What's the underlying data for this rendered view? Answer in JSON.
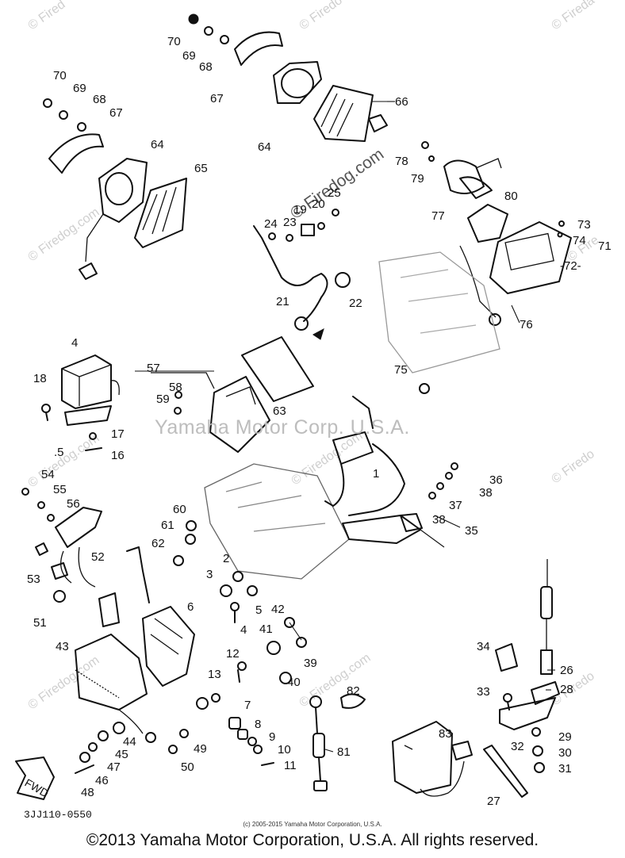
{
  "watermarks": {
    "main": "Yamaha Motor Corp. U.S.A.",
    "site": "© Firedog.com"
  },
  "diagram": {
    "reference_code": "3JJ110-0550",
    "small_copyright": "(c) 2005-2015 Yamaha Motor Corporation, U.S.A.",
    "footer_copyright": "©2013 Yamaha Motor Corporation, U.S.A. All rights reserved.",
    "labels": {
      "l70a": "70",
      "l69a": "69",
      "l68a": "68",
      "l67a": "67",
      "l64a": "64",
      "l66": "66",
      "l70b": "70",
      "l69b": "69",
      "l68b": "68",
      "l67b": "67",
      "l64b": "64",
      "l65": "65",
      "l78": "78",
      "l79": "79",
      "l80": "80",
      "l77": "77",
      "l73": "73",
      "l74": "74",
      "l71": "71",
      "l72": "-72-",
      "l25": "25",
      "l19": "19",
      "l20": "20",
      "l24": "24",
      "l23": "23",
      "l21": "21",
      "l22": "22",
      "l76": "76",
      "l75": "75",
      "l4a": "4",
      "l18": "18",
      "l17": "17",
      "l16": "16",
      "l5a": ".5",
      "l57": "57",
      "l58": "58",
      "l59": "59",
      "l63": "63",
      "l54": "54",
      "l55": "55",
      "l56": "56",
      "l52": "52",
      "l53": "53",
      "l51": "51",
      "l1": "1",
      "l36": "36",
      "l38a": "38",
      "l37": "37",
      "l38b": "38",
      "l35": "35",
      "l60": "60",
      "l61": "61",
      "l62": "62",
      "l2": "2",
      "l3": "3",
      "l5b": "5",
      "l42": "42",
      "l4b": "4",
      "l41": "41",
      "l39": "39",
      "l40": "40",
      "l6": "6",
      "l43": "43",
      "l12": "12",
      "l13": "13",
      "l7": "7",
      "l8": "8",
      "l9": "9",
      "l10": "10",
      "l11": "11",
      "l44": "44",
      "l45": "45",
      "l47": "47",
      "l46": "46",
      "l48": "48",
      "l49": "49",
      "l50": "50",
      "l82": "82",
      "l81": "81",
      "l83": "83",
      "l34": "34",
      "l26": "26",
      "l33": "33",
      "l28": "28",
      "l32": "32",
      "l29": "29",
      "l30": "30",
      "l31": "31",
      "l27": "27"
    }
  }
}
